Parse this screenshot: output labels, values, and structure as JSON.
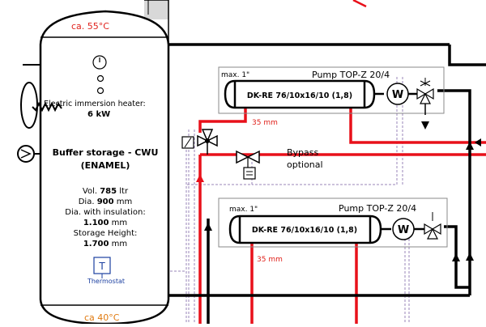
{
  "tank": {
    "top_temp": "ca. 55°C",
    "bottom_temp": "ca 40°C",
    "heater_label": "Electric immersion heater:",
    "heater_power": "6 kW",
    "title_line1": "Buffer storage - CWU",
    "title_line2": "(ENAMEL)",
    "vol_label": "Vol.",
    "vol_value": "785",
    "vol_unit": "ltr",
    "dia_label": "Dia.",
    "dia_value": "900",
    "dia_unit": "mm",
    "dia_ins_label": "Dia. with insulation:",
    "dia_ins_value": "1.100",
    "dia_ins_unit": "mm",
    "height_label": "Storage Height:",
    "height_value": "1.700",
    "height_unit": "mm",
    "thermostat_symbol": "T",
    "thermostat_label": "Thermostat"
  },
  "exchanger_top": {
    "max_label": "max. 1\"",
    "pump_label": "Pump TOP-Z 20/4",
    "model": "DK-RE 76/10x16/10 (1,8)",
    "pump_symbol": "W",
    "pipe_label": "35 mm"
  },
  "exchanger_bottom": {
    "max_label": "max. 1\"",
    "pump_label": "Pump TOP-Z 20/4",
    "model": "DK-RE 76/10x16/10 (1,8)",
    "pump_symbol": "W",
    "pipe_label": "35 mm"
  },
  "bypass": {
    "line1": "Bypass",
    "line2": "optional"
  },
  "colors": {
    "hot": "#e8101a",
    "cold": "#000000",
    "control": "#9a86b8",
    "label_red": "#e0221c",
    "label_orange": "#e07a10",
    "thermostat_blue": "#1b3fa0"
  }
}
